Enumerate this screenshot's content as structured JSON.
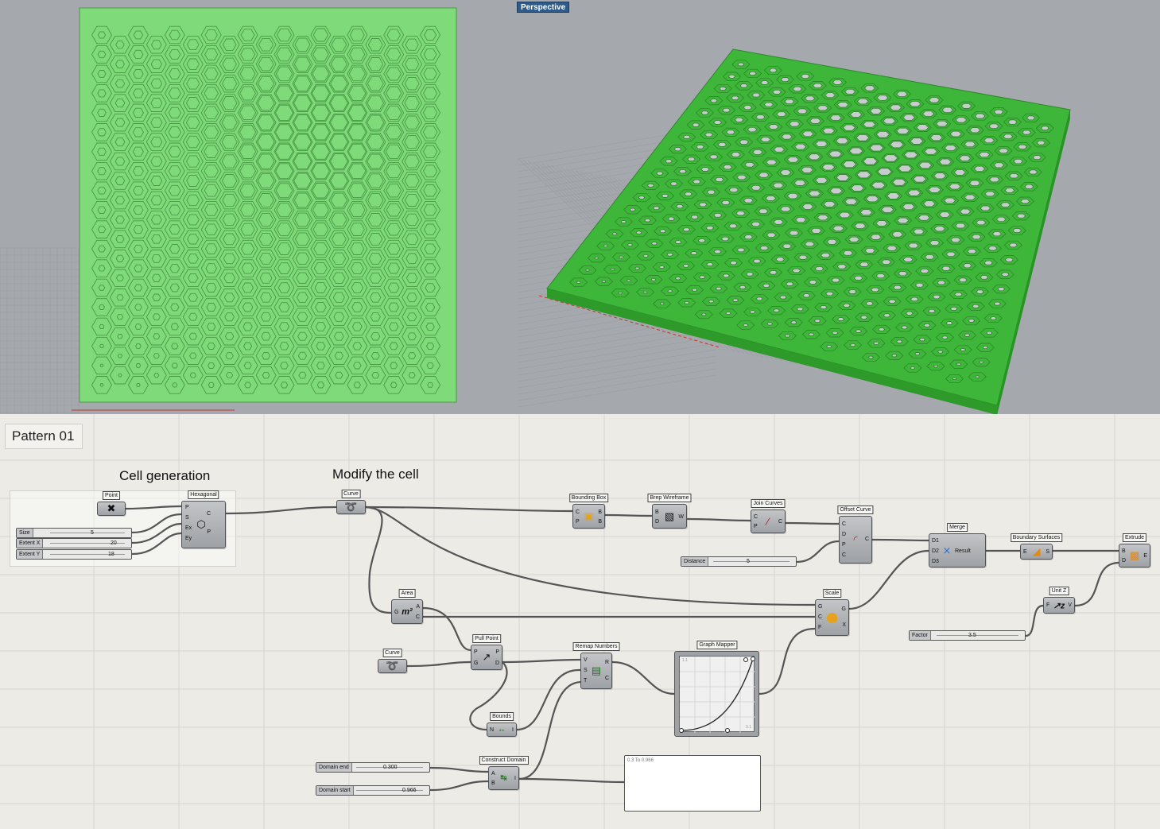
{
  "viewport": {
    "tag": "Perspective",
    "colors": {
      "background": "#a5a8ad",
      "panel_fill": "#7fda7a",
      "panel_edge": "#4a9a45",
      "perspective_fill": "#3eb63a"
    }
  },
  "canvas": {
    "title": "Pattern 01",
    "groups": {
      "cell_generation": "Cell generation",
      "modify_cell": "Modify the cell"
    },
    "components": {
      "point": {
        "label": "Point",
        "icon": "point-icon"
      },
      "hexagonal": {
        "label": "Hexagonal",
        "inputs": [
          "P",
          "S",
          "Ex",
          "Ey"
        ],
        "outputs": [
          "C",
          "P"
        ],
        "icon": "hexagon-icon"
      },
      "curve1": {
        "label": "Curve",
        "icon": "curve-icon"
      },
      "bounding_box": {
        "label": "Bounding Box",
        "inputs": [
          "C",
          "P"
        ],
        "outputs": [
          "B",
          "B"
        ],
        "icon": "box-icon"
      },
      "brep_wireframe": {
        "label": "Brep Wireframe",
        "inputs": [
          "B",
          "D"
        ],
        "outputs": [
          "W"
        ],
        "icon": "cube-icon"
      },
      "join_curves": {
        "label": "Join Curves",
        "inputs": [
          "C",
          "P"
        ],
        "outputs": [
          "C"
        ],
        "icon": "join-icon"
      },
      "offset_curve": {
        "label": "Offset Curve",
        "inputs": [
          "C",
          "D",
          "P",
          "C"
        ],
        "outputs": [
          "C"
        ],
        "icon": "offset-icon"
      },
      "merge": {
        "label": "Merge",
        "inputs": [
          "D1",
          "D2",
          "D3"
        ],
        "outputs": [
          "Result"
        ],
        "icon": "merge-icon"
      },
      "boundary_surfaces": {
        "label": "Boundary Surfaces",
        "inputs": [
          "E"
        ],
        "outputs": [
          "S"
        ],
        "icon": "surface-icon"
      },
      "extrude": {
        "label": "Extrude",
        "inputs": [
          "B",
          "D"
        ],
        "outputs": [
          "E"
        ],
        "icon": "extrude-icon"
      },
      "area": {
        "label": "Area",
        "inputs": [
          "G"
        ],
        "outputs": [
          "A",
          "C"
        ],
        "icon": "area-icon"
      },
      "scale": {
        "label": "Scale",
        "inputs": [
          "G",
          "C",
          "F"
        ],
        "outputs": [
          "G",
          "X"
        ],
        "icon": "scale-icon"
      },
      "unit_z": {
        "label": "Unit Z",
        "inputs": [
          "F"
        ],
        "outputs": [
          "V"
        ],
        "icon": "unitz-icon"
      },
      "curve2": {
        "label": "Curve",
        "icon": "curve-icon"
      },
      "pull_point": {
        "label": "Pull Point",
        "inputs": [
          "P",
          "G"
        ],
        "outputs": [
          "P",
          "D"
        ],
        "icon": "pull-icon"
      },
      "remap_numbers": {
        "label": "Remap Numbers",
        "inputs": [
          "V",
          "S",
          "T"
        ],
        "outputs": [
          "R",
          "C"
        ],
        "icon": "remap-icon"
      },
      "graph_mapper": {
        "label": "Graph Mapper",
        "corner_tl": "1.1",
        "corner_br": "0.1"
      },
      "bounds": {
        "label": "Bounds",
        "inputs": [
          "N"
        ],
        "outputs": [
          "I"
        ],
        "icon": "bounds-icon"
      },
      "construct_domain": {
        "label": "Construct Domain",
        "inputs": [
          "A",
          "B"
        ],
        "outputs": [
          "I"
        ],
        "icon": "domain-icon"
      }
    },
    "sliders": {
      "size": {
        "label": "Size",
        "value": "5"
      },
      "extent_x": {
        "label": "Extent X",
        "value": "20"
      },
      "extent_y": {
        "label": "Extent Y",
        "value": "18"
      },
      "distance": {
        "label": "Distance",
        "value": "5"
      },
      "factor": {
        "label": "Factor",
        "value": "3.5"
      },
      "domain_end": {
        "label": "Domain end",
        "value": "0.300"
      },
      "domain_start": {
        "label": "Domain start",
        "value": "0.966"
      }
    },
    "panel": {
      "text": "0.3 To 0.966"
    }
  }
}
